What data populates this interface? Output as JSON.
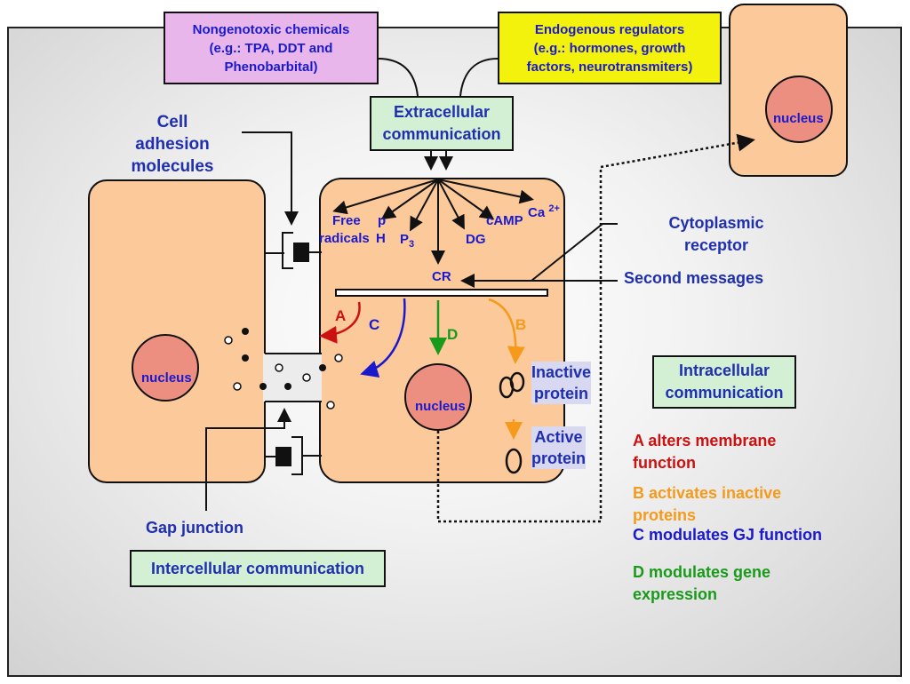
{
  "top_boxes": {
    "nongenotoxic": [
      "Nongenotoxic chemicals",
      "(e.g.: TPA, DDT and",
      "Phenobarbital)"
    ],
    "endogenous": [
      "Endogenous regulators",
      "(e.g.: hormones, growth",
      "factors, neurotransmiters)"
    ]
  },
  "extracellular": [
    "Extracellular",
    "communication"
  ],
  "intracellular": [
    "Intracellular",
    "communication"
  ],
  "intercellular": "Intercellular communication",
  "cell_adhesion": [
    "Cell",
    "adhesion",
    "molecules"
  ],
  "gap_junction": "Gap junction",
  "cytoplasmic_receptor": [
    "Cytoplasmic",
    "receptor"
  ],
  "second_messages": "Second messages",
  "nucleus_label": "nucleus",
  "messengers": {
    "free": "Free",
    "radicals": "radicals",
    "p": "p",
    "h": "H",
    "p3": "P",
    "p3_sub": "3",
    "dg": "DG",
    "camp": "cAMP",
    "ca": "Ca",
    "ca_sup": "2+",
    "cr": "CR"
  },
  "arrow_letters": {
    "a": "A",
    "b": "B",
    "c": "C",
    "d": "D"
  },
  "inactive_protein": [
    "Inactive",
    "protein"
  ],
  "active_protein": [
    "Active",
    "protein"
  ],
  "legend": {
    "a": [
      "A  alters membrane",
      "function"
    ],
    "b": [
      "B  activates inactive",
      "proteins"
    ],
    "c": "C  modulates GJ function",
    "d": [
      "D  modulates gene",
      "expression"
    ]
  },
  "colors": {
    "cell_fill": "#fcc99a",
    "nucleus_fill": "#ec8f80",
    "box_pink": "#e8b6ea",
    "box_yellow": "#f2f20c",
    "box_green": "#d4f0d4",
    "blue_text": "#1a1acc",
    "red": "#cc1111",
    "orange": "#f59a1a",
    "green": "#1a9a1a"
  }
}
